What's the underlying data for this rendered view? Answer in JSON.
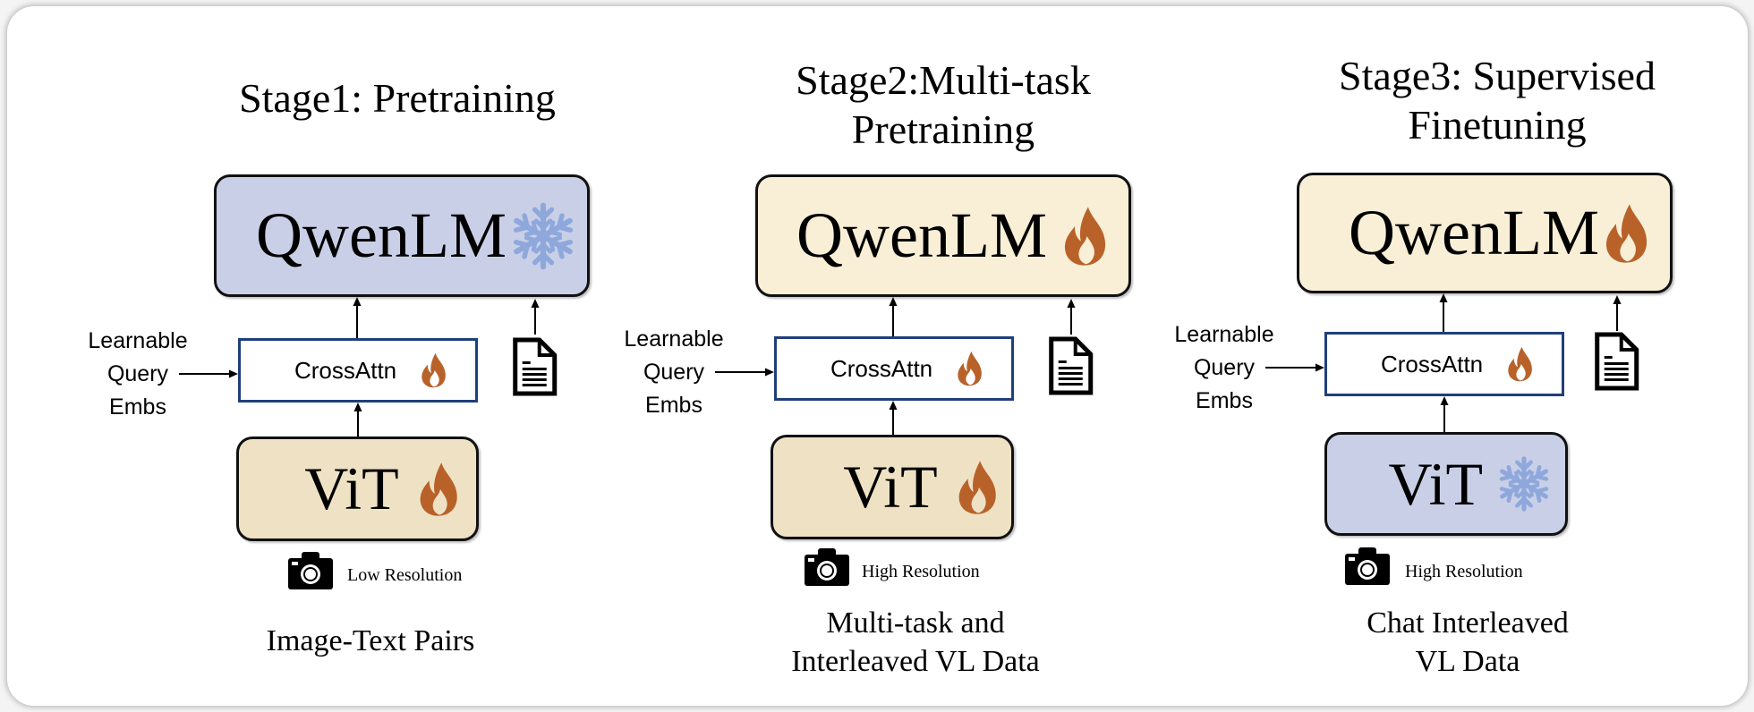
{
  "colors": {
    "frozen_fill": "#c9cfe6",
    "trainable_lm_fill": "#f8efd6",
    "trainable_vit_fill": "#efe2c4",
    "flame": "#b8622a",
    "snowflake": "#8fa8dc",
    "crossattn_border": "#1f3f7a"
  },
  "stages": [
    {
      "title_lines": [
        "Stage1: Pretraining"
      ],
      "lm": {
        "label": "QwenLM",
        "state": "frozen",
        "icon": "snowflake-icon"
      },
      "adapter": {
        "label": "CrossAttn",
        "state": "trainable",
        "icon": "flame-icon"
      },
      "vision": {
        "label": "ViT",
        "state": "trainable",
        "icon": "flame-icon"
      },
      "query_lines": [
        "Learnable",
        "Query",
        "Embs"
      ],
      "resolution": "Low Resolution",
      "data_lines": [
        "Image-Text Pairs"
      ]
    },
    {
      "title_lines": [
        "Stage2:Multi-task",
        "Pretraining"
      ],
      "lm": {
        "label": "QwenLM",
        "state": "trainable",
        "icon": "flame-icon"
      },
      "adapter": {
        "label": "CrossAttn",
        "state": "trainable",
        "icon": "flame-icon"
      },
      "vision": {
        "label": "ViT",
        "state": "trainable",
        "icon": "flame-icon"
      },
      "query_lines": [
        "Learnable",
        "Query",
        "Embs"
      ],
      "resolution": "High Resolution",
      "data_lines": [
        "Multi-task and",
        "Interleaved VL Data"
      ]
    },
    {
      "title_lines": [
        "Stage3: Supervised",
        "Finetuning"
      ],
      "lm": {
        "label": "QwenLM",
        "state": "trainable",
        "icon": "flame-icon"
      },
      "adapter": {
        "label": "CrossAttn",
        "state": "trainable",
        "icon": "flame-icon"
      },
      "vision": {
        "label": "ViT",
        "state": "frozen",
        "icon": "snowflake-icon"
      },
      "query_lines": [
        "Learnable",
        "Query",
        "Embs"
      ],
      "resolution": "High Resolution",
      "data_lines": [
        "Chat Interleaved",
        "VL Data"
      ]
    }
  ]
}
